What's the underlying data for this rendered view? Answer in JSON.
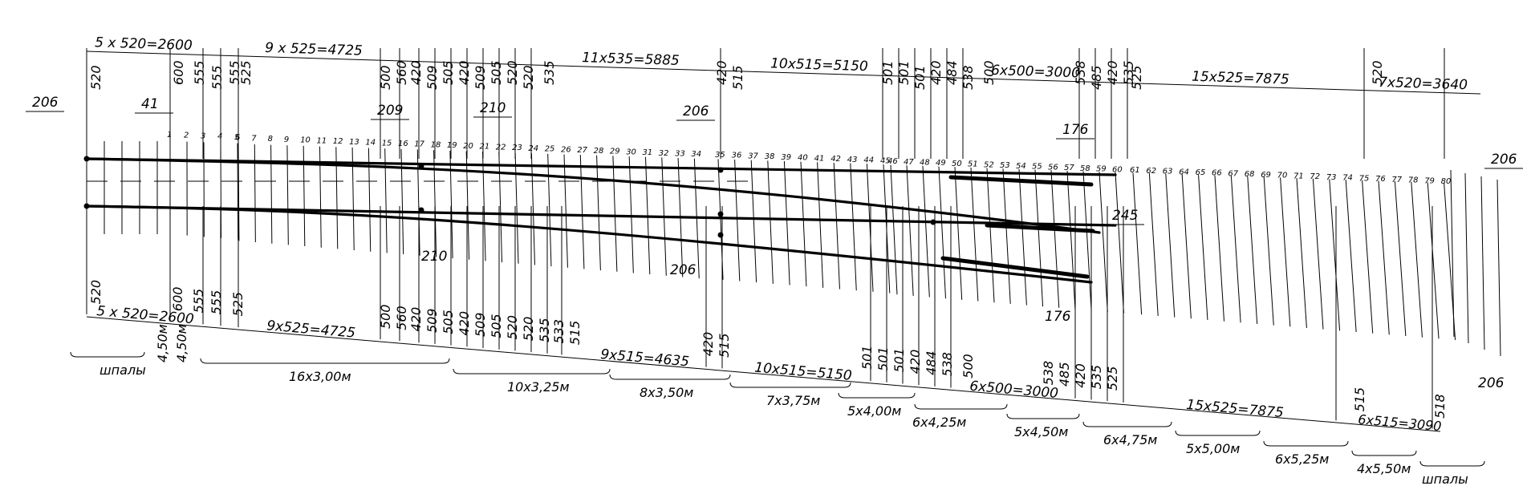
{
  "top_dims": [
    "5 x 520=2600",
    "9 x 525=4725",
    "11x535=5885",
    "10x515=5150",
    "6x500=3000",
    "15x525=7875",
    "7x520=3640"
  ],
  "top_vert": [
    "520",
    "600",
    "555",
    "555",
    "555",
    "525",
    "500",
    "560",
    "420",
    "509",
    "505",
    "420",
    "509",
    "505",
    "520",
    "520",
    "535",
    "420",
    "515",
    "501",
    "501",
    "501",
    "420",
    "484",
    "538",
    "500",
    "538",
    "485",
    "420",
    "535",
    "525",
    "520"
  ],
  "top_small": [
    "206",
    "41",
    "209",
    "210",
    "206",
    "176",
    "206",
    "245"
  ],
  "bottom_dims": [
    "5 x 520=2600",
    "9x525=4725",
    "9x515=4635",
    "10x515=5150",
    "6x500=3000",
    "15x525=7875",
    "6x515=3090"
  ],
  "bottom_vert": [
    "520",
    "525",
    "600",
    "555",
    "555",
    "500",
    "560",
    "420",
    "509",
    "505",
    "420",
    "509",
    "505",
    "520",
    "520",
    "535",
    "533",
    "515",
    "420",
    "515",
    "501",
    "501",
    "501",
    "420",
    "484",
    "538",
    "500",
    "538",
    "485",
    "420",
    "535",
    "525",
    "515",
    "518"
  ],
  "bottom_small": [
    "210",
    "206",
    "176",
    "206"
  ],
  "tie_numbers": [
    "1",
    "2",
    "3",
    "4",
    "5",
    "6",
    "7",
    "8",
    "9",
    "10",
    "11",
    "12",
    "13",
    "14",
    "15",
    "16",
    "17",
    "18",
    "19",
    "20",
    "21",
    "22",
    "23",
    "24",
    "25",
    "26",
    "27",
    "28",
    "29",
    "30",
    "31",
    "32",
    "33",
    "34",
    "35",
    "36",
    "37",
    "38",
    "39",
    "40",
    "41",
    "42",
    "43",
    "44",
    "45",
    "46",
    "47",
    "48",
    "49",
    "50",
    "51",
    "52",
    "53",
    "54",
    "55",
    "56",
    "57",
    "58",
    "59",
    "60",
    "61",
    "62",
    "63",
    "64",
    "65",
    "66",
    "67",
    "68",
    "69",
    "70",
    "71",
    "72",
    "73",
    "74",
    "75",
    "76",
    "77",
    "78",
    "79",
    "80"
  ],
  "sleeper_groups": [
    "шпалы",
    "4,50м",
    "4,50м",
    "16x3,00м",
    "10x3,25м",
    "8x3,50м",
    "7x3,75м",
    "5x4,00м",
    "6x4,25м",
    "5x4,50м",
    "6x4,75м",
    "5x5,00м",
    "6x5,25м",
    "4x5,50м",
    "шпалы"
  ]
}
